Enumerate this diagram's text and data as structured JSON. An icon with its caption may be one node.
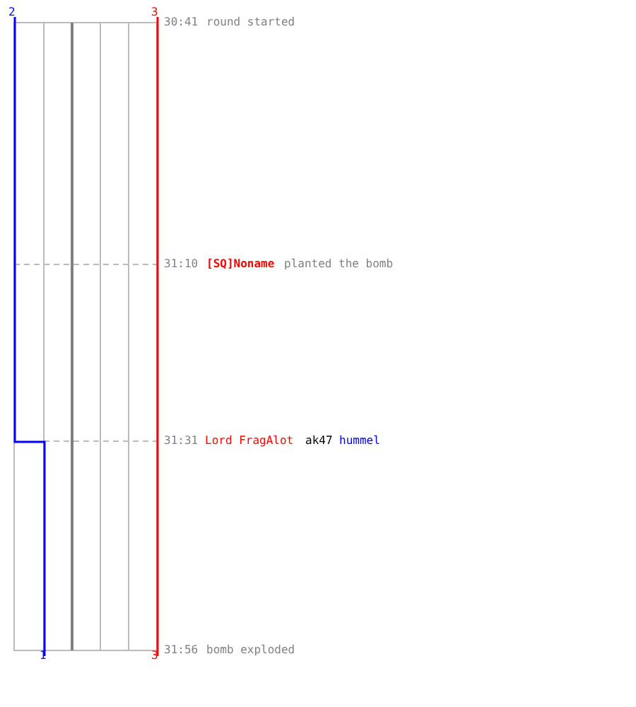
{
  "diagram": {
    "labels": [
      "2",
      "3",
      "30:41",
      "round started",
      "31:10",
      "[SQ]Noname",
      "planted the bomb",
      "31:31",
      "Lord FragAlot",
      "ak47",
      "hummel",
      "1",
      "3",
      "31:56",
      "bomb exploded"
    ]
  }
}
